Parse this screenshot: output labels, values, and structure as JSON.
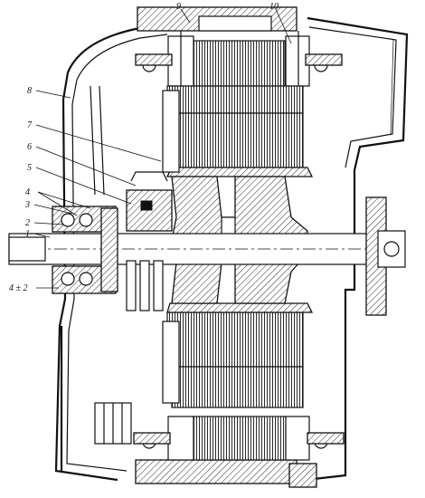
{
  "callouts": {
    "c1": "1",
    "c2": "2",
    "c3": "3",
    "c4": "4",
    "c5": "5",
    "c6a": "6",
    "c7": "7",
    "c8": "8",
    "c9": "9",
    "c10": "10",
    "c4b": "4 ± 2"
  }
}
